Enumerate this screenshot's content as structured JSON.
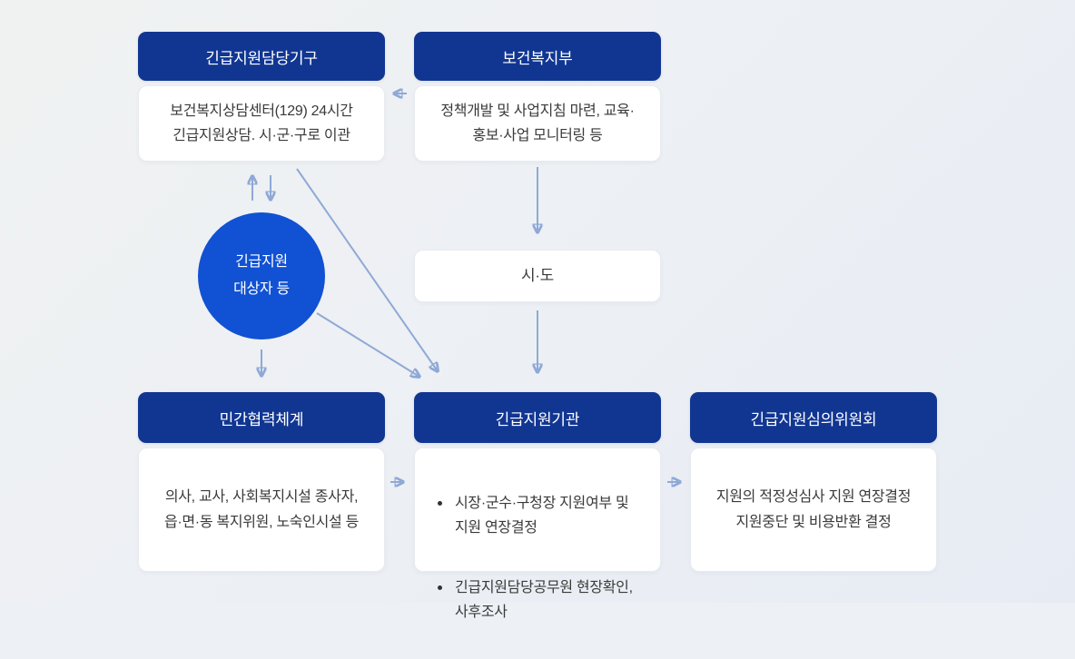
{
  "palette": {
    "background": "#edf0f4",
    "header_bg": "#113692",
    "header_text": "#ffffff",
    "circle_bg": "#1151d3",
    "arrow": "#8fa9d6",
    "box_bg": "#ffffff",
    "body_text": "#3a3a3a"
  },
  "top_row": [
    {
      "title": "긴급지원담당기구",
      "body": "보건복지상담센터(129) 24시간\n긴급지원상담. 시·군·구로 이관"
    },
    {
      "title": "보건복지부",
      "body": "정책개발 및 사업지침 마련, 교육·\n홍보·사업 모니터링 등"
    }
  ],
  "circle": {
    "label": "긴급지원\n대상자 등"
  },
  "sido_box": {
    "label": "시·도"
  },
  "bottom_row": [
    {
      "title": "민간협력체계",
      "body": "의사, 교사, 사회복지시설 종사자,\n읍·면·동 복지위원, 노숙인시설 등"
    },
    {
      "title": "긴급지원기관",
      "bullets": [
        "시장·군수·구청장 지원여부 및\n지원 연장결정",
        "긴급지원담당공무원 현장확인,\n사후조사"
      ]
    },
    {
      "title": "긴급지원심의위원회",
      "body": "지원의 적정성심사 지원 연장결정\n지원중단 및 비용반환 결정"
    }
  ]
}
